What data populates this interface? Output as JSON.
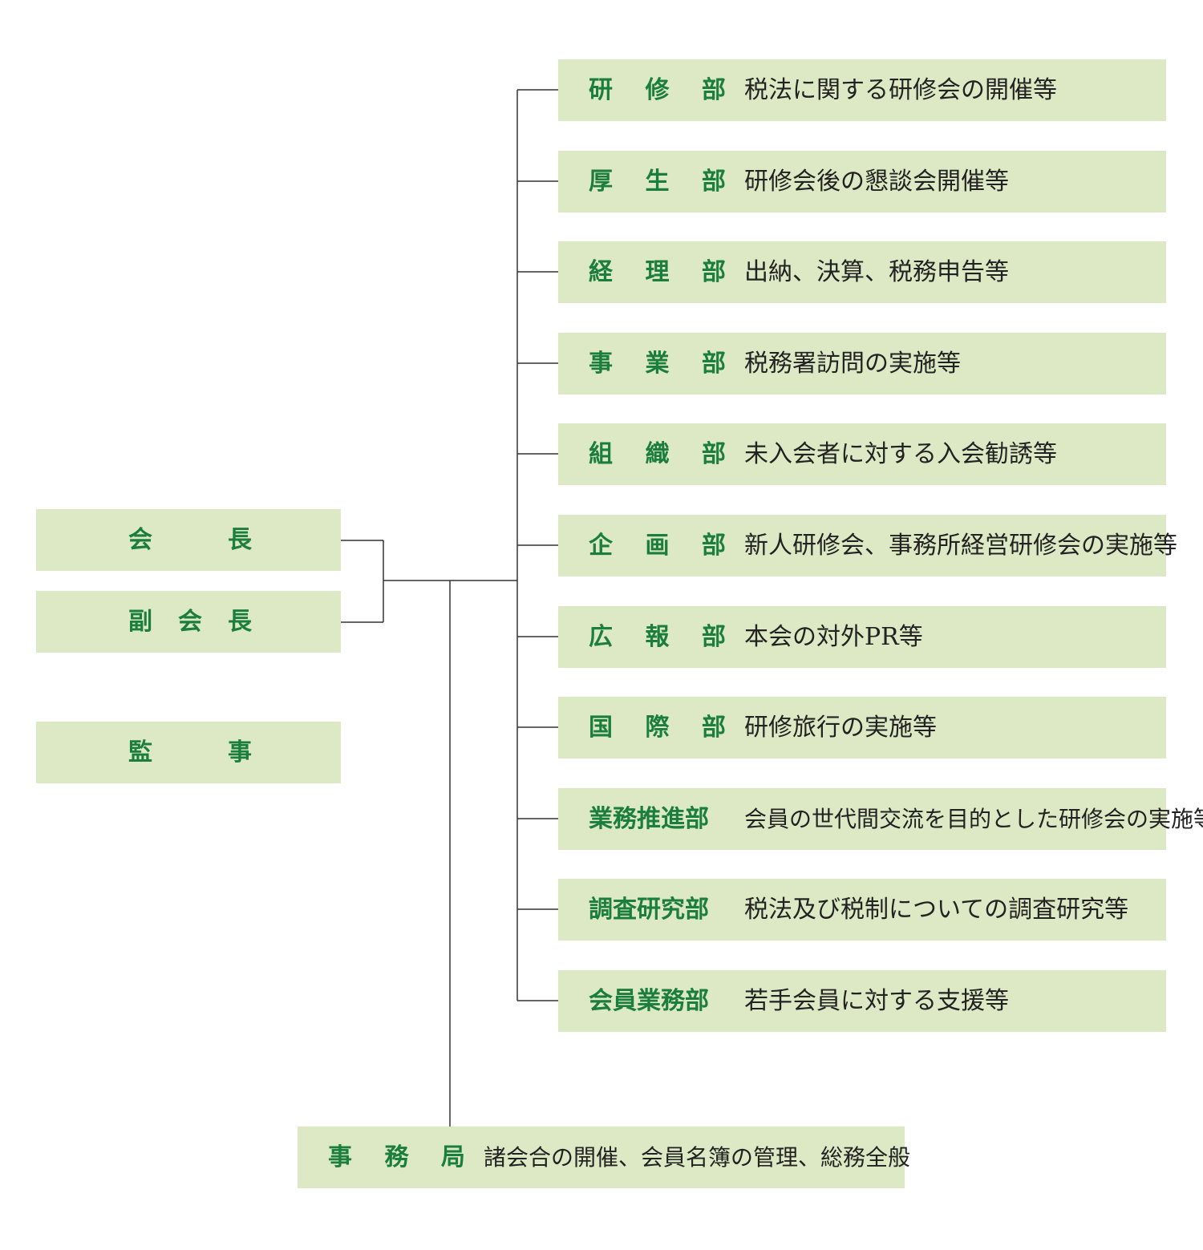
{
  "leadership": {
    "president": [
      "会",
      "長"
    ],
    "vice_president": [
      "副",
      "会",
      "長"
    ],
    "auditor": [
      "監",
      "事"
    ]
  },
  "departments": [
    {
      "name": "研修部",
      "description": "税法に関する研修会の開催等"
    },
    {
      "name": "厚生部",
      "description": "研修会後の懇談会開催等"
    },
    {
      "name": "経理部",
      "description": "出納、決算、税務申告等"
    },
    {
      "name": "事業部",
      "description": "税務署訪問の実施等"
    },
    {
      "name": "組織部",
      "description": "未入会者に対する入会勧誘等"
    },
    {
      "name": "企画部",
      "description": "新人研修会、事務所経営研修会の実施等"
    },
    {
      "name": "広報部",
      "description": "本会の対外PR等"
    },
    {
      "name": "国際部",
      "description": "研修旅行の実施等"
    },
    {
      "name": "業務推進部",
      "description": "会員の世代間交流を目的とした研修会の実施等"
    },
    {
      "name": "調査研究部",
      "description": "税法及び税制についての調査研究等"
    },
    {
      "name": "会員業務部",
      "description": "若手会員に対する支援等"
    }
  ],
  "office": {
    "name": "事務局",
    "description": "諸会合の開催、会員名簿の管理、総務全般"
  },
  "colors": {
    "box_fill": "#dce9c4",
    "label_green": "#1b7d3e",
    "line": "#333333"
  }
}
